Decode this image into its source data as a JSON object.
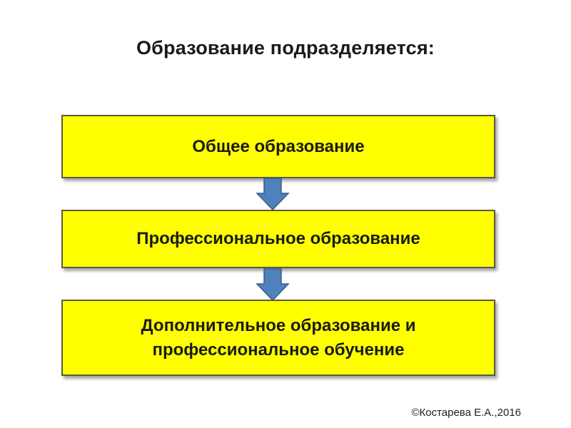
{
  "title": "Образование подразделяется:",
  "boxes": [
    {
      "label": "Общее  образование"
    },
    {
      "label": "Профессиональное  образование"
    },
    {
      "label": "Дополнительное  образование и профессиональное обучение"
    }
  ],
  "colors": {
    "box_fill": "#ffff00",
    "arrow_fill": "#4f81bd"
  },
  "icons": {
    "arrow": "down-arrow-icon"
  },
  "copyright": "©Костарева Е.А.,2016"
}
